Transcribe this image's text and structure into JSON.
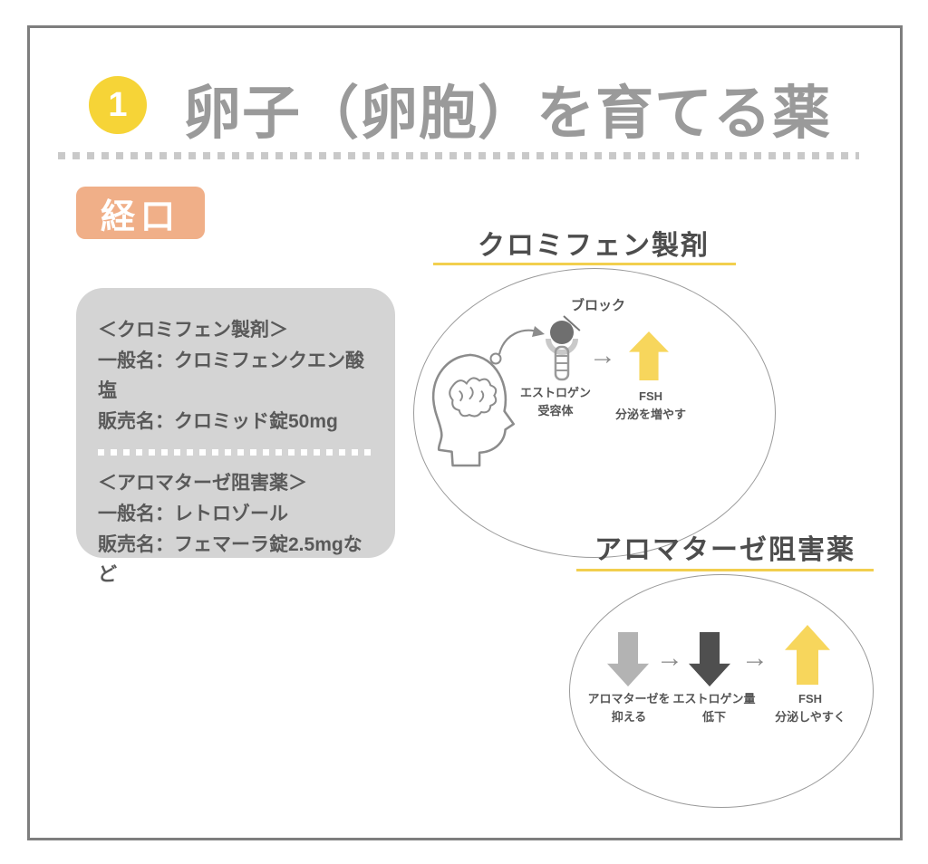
{
  "header": {
    "number": "1",
    "title": "卵子（卵胞）を育てる薬"
  },
  "oral_label": "経口",
  "info_box": {
    "sections": [
      {
        "heading": "＜クロミフェン製剤＞",
        "lines": [
          "一般名：クロミフェンクエン酸塩",
          "販売名：クロミッド錠50mg"
        ]
      },
      {
        "heading": "＜アロマターゼ阻害薬＞",
        "lines": [
          "一般名：レトロゾール",
          "販売名：フェマーラ錠2.5mgなど"
        ]
      }
    ]
  },
  "clomiphene": {
    "heading": "クロミフェン製剤",
    "block_label": "ブロック",
    "receptor_line1": "エストロゲン",
    "receptor_line2": "受容体",
    "arrow_glyph": "→",
    "fsh_line1": "FSH",
    "fsh_line2": "分泌を増やす"
  },
  "aromatase": {
    "heading": "アロマターゼ阻害薬",
    "arrow_glyph": "→",
    "steps": [
      {
        "line1": "アロマターゼを",
        "line2": "抑える"
      },
      {
        "line1": "エストロゲン量",
        "line2": "低下"
      },
      {
        "line1": "FSH",
        "line2": "分泌しやすく"
      }
    ]
  },
  "colors": {
    "number_badge_yellow": "#f6d437",
    "underline_yellow": "#f2cf4e",
    "badge_orange": "#f0af88",
    "info_box_gray": "#d4d4d4",
    "title_gray": "#9a9a9a",
    "arrow_yellow": "#f7d65c",
    "arrow_gray": "#b3b3b3",
    "arrow_dark": "#4f4f4f",
    "frame_border_gray": "#7e7e7e"
  }
}
